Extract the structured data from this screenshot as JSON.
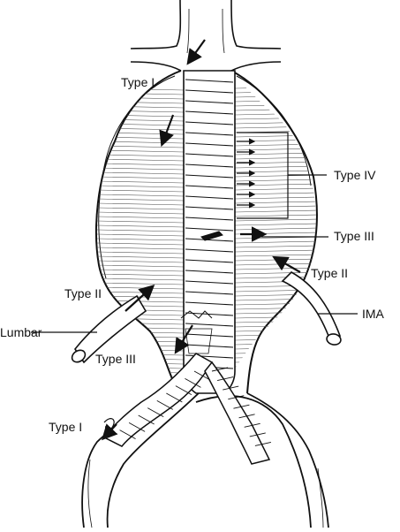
{
  "diagram": {
    "labels": {
      "type_i_top": "Type I",
      "type_iv": "Type IV",
      "type_iii_right": "Type III",
      "type_ii_right": "Type II",
      "type_ii_left": "Type II",
      "lumbar": "Lumbar",
      "ima": "IMA",
      "type_iii_left": "Type III",
      "type_i_bottom": "Type I"
    },
    "colors": {
      "ink": "#111111",
      "paper": "#ffffff",
      "hatch": "#555555"
    }
  }
}
